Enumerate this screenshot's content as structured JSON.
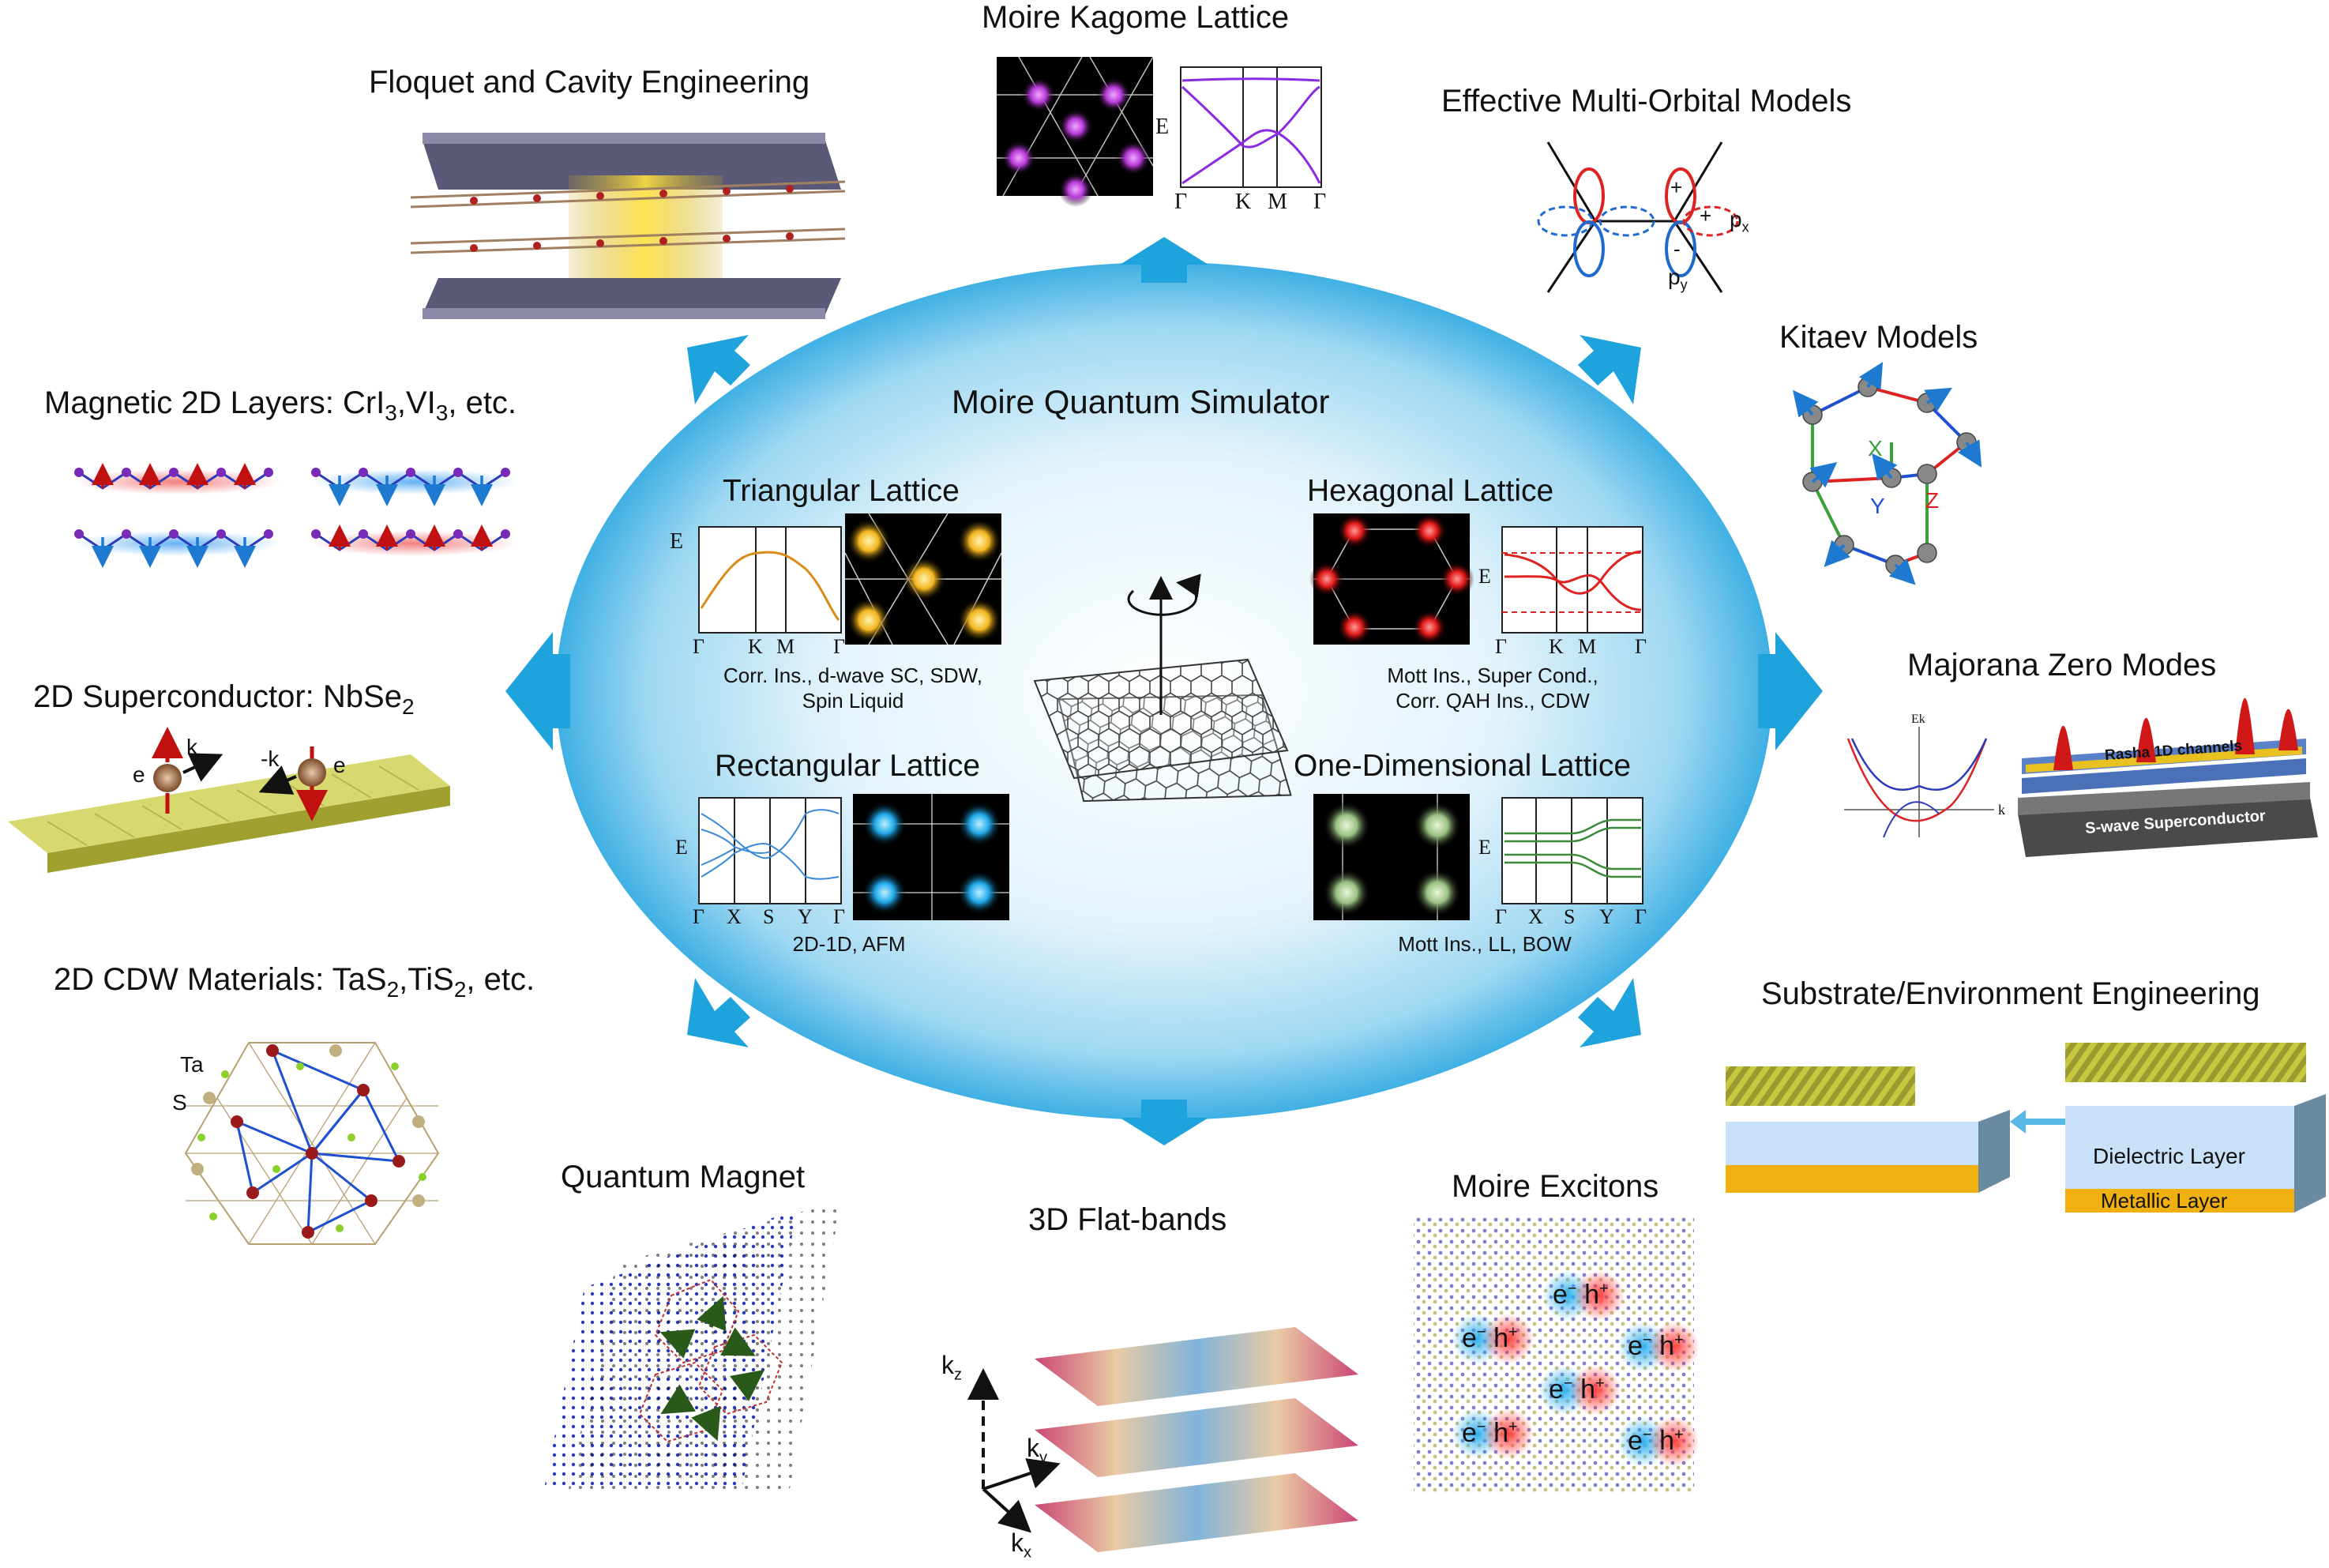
{
  "center": {
    "title": "Moire Quantum Simulator",
    "triangular": {
      "title": "Triangular Lattice",
      "caption1": "Corr. Ins., d-wave SC, SDW,",
      "caption2": "Spin Liquid",
      "ticks": [
        "Γ",
        "K",
        "M",
        "Γ"
      ],
      "axis": "E"
    },
    "hexagonal": {
      "title": "Hexagonal Lattice",
      "caption1": "Mott Ins., Super Cond.,",
      "caption2": "Corr. QAH Ins., CDW",
      "ticks": [
        "Γ",
        "K",
        "M",
        "Γ"
      ],
      "axis": "E"
    },
    "rectangular": {
      "title": "Rectangular Lattice",
      "caption1": "2D-1D, AFM",
      "ticks": [
        "Γ",
        "X",
        "S",
        "Y",
        "Γ"
      ],
      "axis": "E"
    },
    "onedim": {
      "title": "One-Dimensional Lattice",
      "caption1": "Mott Ins., LL, BOW",
      "ticks": [
        "Γ",
        "X",
        "S",
        "Y",
        "Γ"
      ],
      "axis": "E"
    }
  },
  "outer": {
    "kagome": {
      "title": "Moire Kagome Lattice",
      "ticks": [
        "Γ",
        "K",
        "M",
        "Γ"
      ],
      "axis": "E"
    },
    "floquet": {
      "title": "Floquet and Cavity Engineering"
    },
    "multiorbital": {
      "title": "Effective Multi-Orbital Models",
      "px": "p",
      "px_sub": "x",
      "py": "p",
      "py_sub": "y",
      "plus": "+",
      "minus": "-"
    },
    "kitaev": {
      "title": "Kitaev Models",
      "x": "X",
      "y": "Y",
      "z": "Z"
    },
    "majorana": {
      "title": "Majorana Zero Modes",
      "ek": "Ek",
      "k": "k",
      "chan": "Rasha 1D channels",
      "sc": "S-wave Superconductor"
    },
    "substrate": {
      "title": "Substrate/Environment Engineering",
      "dielectric": "Dielectric Layer",
      "metallic": "Metallic Layer"
    },
    "excitons": {
      "title": "Moire Excitons",
      "e": "e",
      "e_sup": "−",
      "h": "h",
      "h_sup": "+"
    },
    "flatbands": {
      "title": "3D Flat-bands",
      "k": "k",
      "kz": "z",
      "ky": "y",
      "kx": "x"
    },
    "qmagnet": {
      "title": "Quantum Magnet"
    },
    "cdw": {
      "title_pre": "2D CDW Materials: TaS",
      "sub1": "2",
      "title_mid": ",TiS",
      "sub2": "2",
      "title_post": ", etc.",
      "ta": "Ta",
      "s": "S"
    },
    "sc2d": {
      "title_pre": "2D Superconductor: NbSe",
      "sub": "2",
      "e": "e",
      "k": "k",
      "mk": "-k"
    },
    "magnetic": {
      "title_pre": "Magnetic 2D Layers: CrI",
      "sub1": "3",
      "title_mid": ",VI",
      "sub2": "3",
      "title_post": ", etc."
    }
  },
  "colors": {
    "ellipse": "#6ec6ec",
    "arrow": "#1ea3dc",
    "band_tri": "#d98a18",
    "band_kag": "#8a2be2",
    "band_hex": "#d22222",
    "band_rect": "#3a8ad8",
    "band_1d": "#3a8a3a"
  }
}
